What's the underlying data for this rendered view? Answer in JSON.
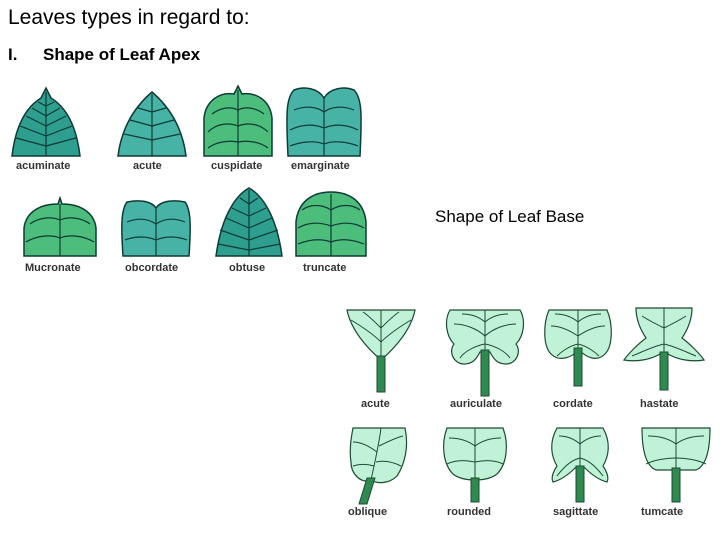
{
  "heading": {
    "title": "Leaves types in regard to:",
    "section_number": "I.",
    "section_title": "Shape of Leaf Apex"
  },
  "apex": {
    "colors": {
      "teal_dark": "#2e9e8e",
      "teal": "#46b3a6",
      "green": "#4cbd7a",
      "vein": "#0e3b35"
    },
    "leaves": [
      {
        "icon": "acuminate-leaf-icon",
        "label": "acuminate"
      },
      {
        "icon": "acute-leaf-icon",
        "label": "acute"
      },
      {
        "icon": "cuspidate-leaf-icon",
        "label": "cuspidate"
      },
      {
        "icon": "emarginate-leaf-icon",
        "label": "emarginate"
      },
      {
        "icon": "mucronate-leaf-icon",
        "label": "Mucronate"
      },
      {
        "icon": "obcordate-leaf-icon",
        "label": "obcordate"
      },
      {
        "icon": "obtuse-leaf-icon",
        "label": "obtuse"
      },
      {
        "icon": "truncate-leaf-icon",
        "label": "truncate"
      }
    ]
  },
  "base": {
    "title": "Shape of Leaf Base",
    "colors": {
      "leaf": "#bff2d6",
      "petiole": "#2e8a50",
      "outline": "#1e4a33"
    },
    "leaves": [
      {
        "icon": "acute-base-leaf-icon",
        "label": "acute"
      },
      {
        "icon": "auriculate-base-leaf-icon",
        "label": "auriculate"
      },
      {
        "icon": "cordate-base-leaf-icon",
        "label": "cordate"
      },
      {
        "icon": "hastate-base-leaf-icon",
        "label": "hastate"
      },
      {
        "icon": "oblique-base-leaf-icon",
        "label": "oblique"
      },
      {
        "icon": "rounded-base-leaf-icon",
        "label": "rounded"
      },
      {
        "icon": "sagittate-base-leaf-icon",
        "label": "sagittate"
      },
      {
        "icon": "tumcate-base-leaf-icon",
        "label": "tumcate"
      }
    ]
  }
}
